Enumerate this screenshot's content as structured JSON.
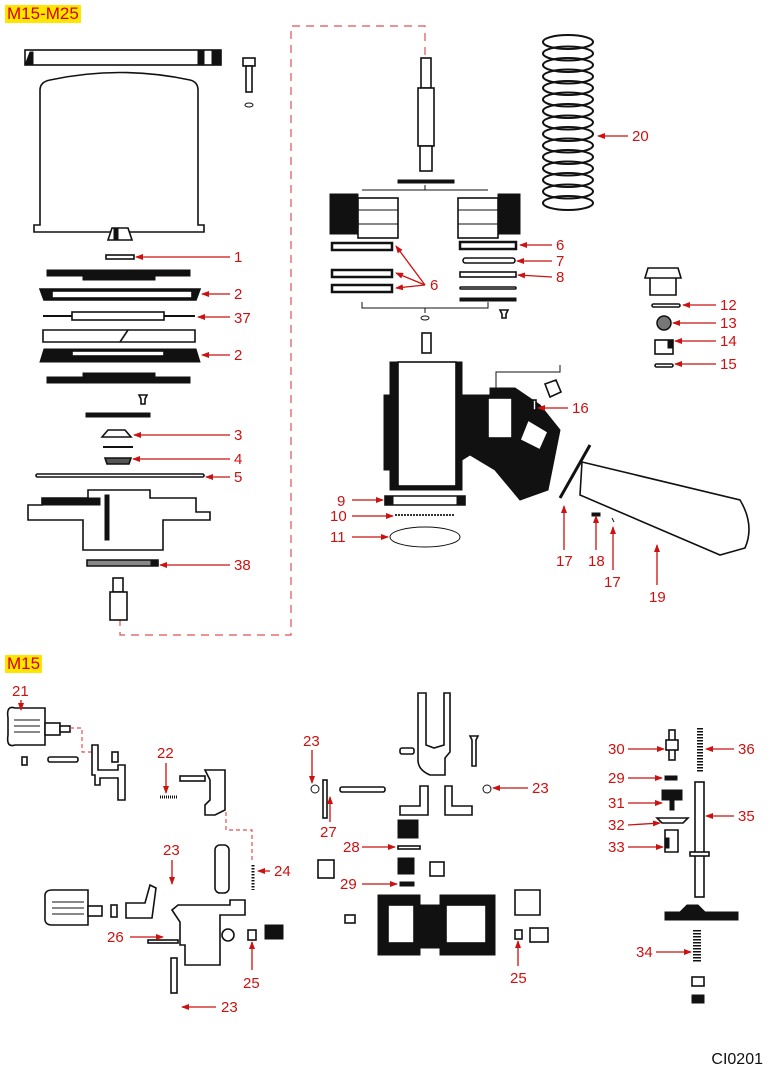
{
  "sections": {
    "top": {
      "tag": "M15-M25"
    },
    "bottom": {
      "tag": "M15"
    }
  },
  "document_id": "CI0201",
  "colors": {
    "callout": "#cc1111",
    "tag_bg": "#ffe600",
    "tag_text": "#d40000",
    "line_art": "#111111"
  },
  "callouts": {
    "c1": "1",
    "c2a": "2",
    "c37": "37",
    "c2b": "2",
    "c3": "3",
    "c4": "4",
    "c5": "5",
    "c38": "38",
    "c6a": "6",
    "c6b": "6",
    "c7": "7",
    "c8": "8",
    "c9": "9",
    "c10": "10",
    "c11": "11",
    "c12": "12",
    "c13": "13",
    "c14": "14",
    "c15": "15",
    "c16": "16",
    "c17a": "17",
    "c18": "18",
    "c17b": "17",
    "c19": "19",
    "c20": "20",
    "c21": "21",
    "c22": "22",
    "c23a": "23",
    "c24": "24",
    "c26": "26",
    "c25a": "25",
    "c23b": "23",
    "c23c": "23",
    "c27": "27",
    "c23d": "23",
    "c28": "28",
    "c29a": "29",
    "c25b": "25",
    "c30": "30",
    "c36": "36",
    "c29b": "29",
    "c31": "31",
    "c35": "35",
    "c32": "32",
    "c33": "33",
    "c34": "34"
  }
}
